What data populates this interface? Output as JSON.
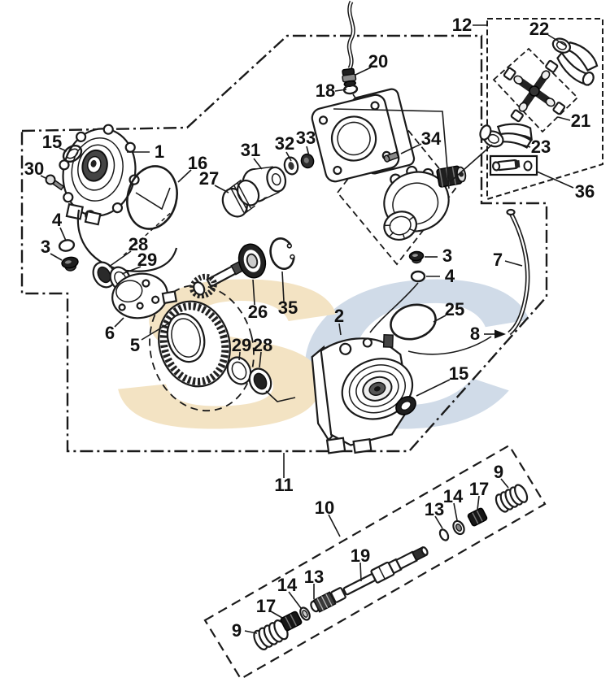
{
  "watermark": {
    "s": "S",
    "c": "C",
    "tan": "#f2e0bd",
    "blue": "#ccd8e6"
  },
  "colors": {
    "background": "#ffffff",
    "line": "#1a1a1a"
  },
  "callouts": [
    {
      "label": "12"
    },
    {
      "label": "22"
    },
    {
      "label": "20"
    },
    {
      "label": "18"
    },
    {
      "label": "21"
    },
    {
      "label": "33"
    },
    {
      "label": "32"
    },
    {
      "label": "31"
    },
    {
      "label": "34"
    },
    {
      "label": "23"
    },
    {
      "label": "1"
    },
    {
      "label": "16"
    },
    {
      "label": "15"
    },
    {
      "label": "30"
    },
    {
      "label": "27"
    },
    {
      "label": "36"
    },
    {
      "label": "4"
    },
    {
      "label": "3"
    },
    {
      "label": "28"
    },
    {
      "label": "29"
    },
    {
      "label": "3"
    },
    {
      "label": "4"
    },
    {
      "label": "7"
    },
    {
      "label": "25"
    },
    {
      "label": "2"
    },
    {
      "label": "8"
    },
    {
      "label": "26"
    },
    {
      "label": "35"
    },
    {
      "label": "6"
    },
    {
      "label": "5"
    },
    {
      "label": "29"
    },
    {
      "label": "28"
    },
    {
      "label": "15"
    },
    {
      "label": "11"
    },
    {
      "label": "10"
    },
    {
      "label": "9"
    },
    {
      "label": "17"
    },
    {
      "label": "14"
    },
    {
      "label": "13"
    },
    {
      "label": "19"
    },
    {
      "label": "13"
    },
    {
      "label": "14"
    },
    {
      "label": "17"
    },
    {
      "label": "9"
    }
  ]
}
